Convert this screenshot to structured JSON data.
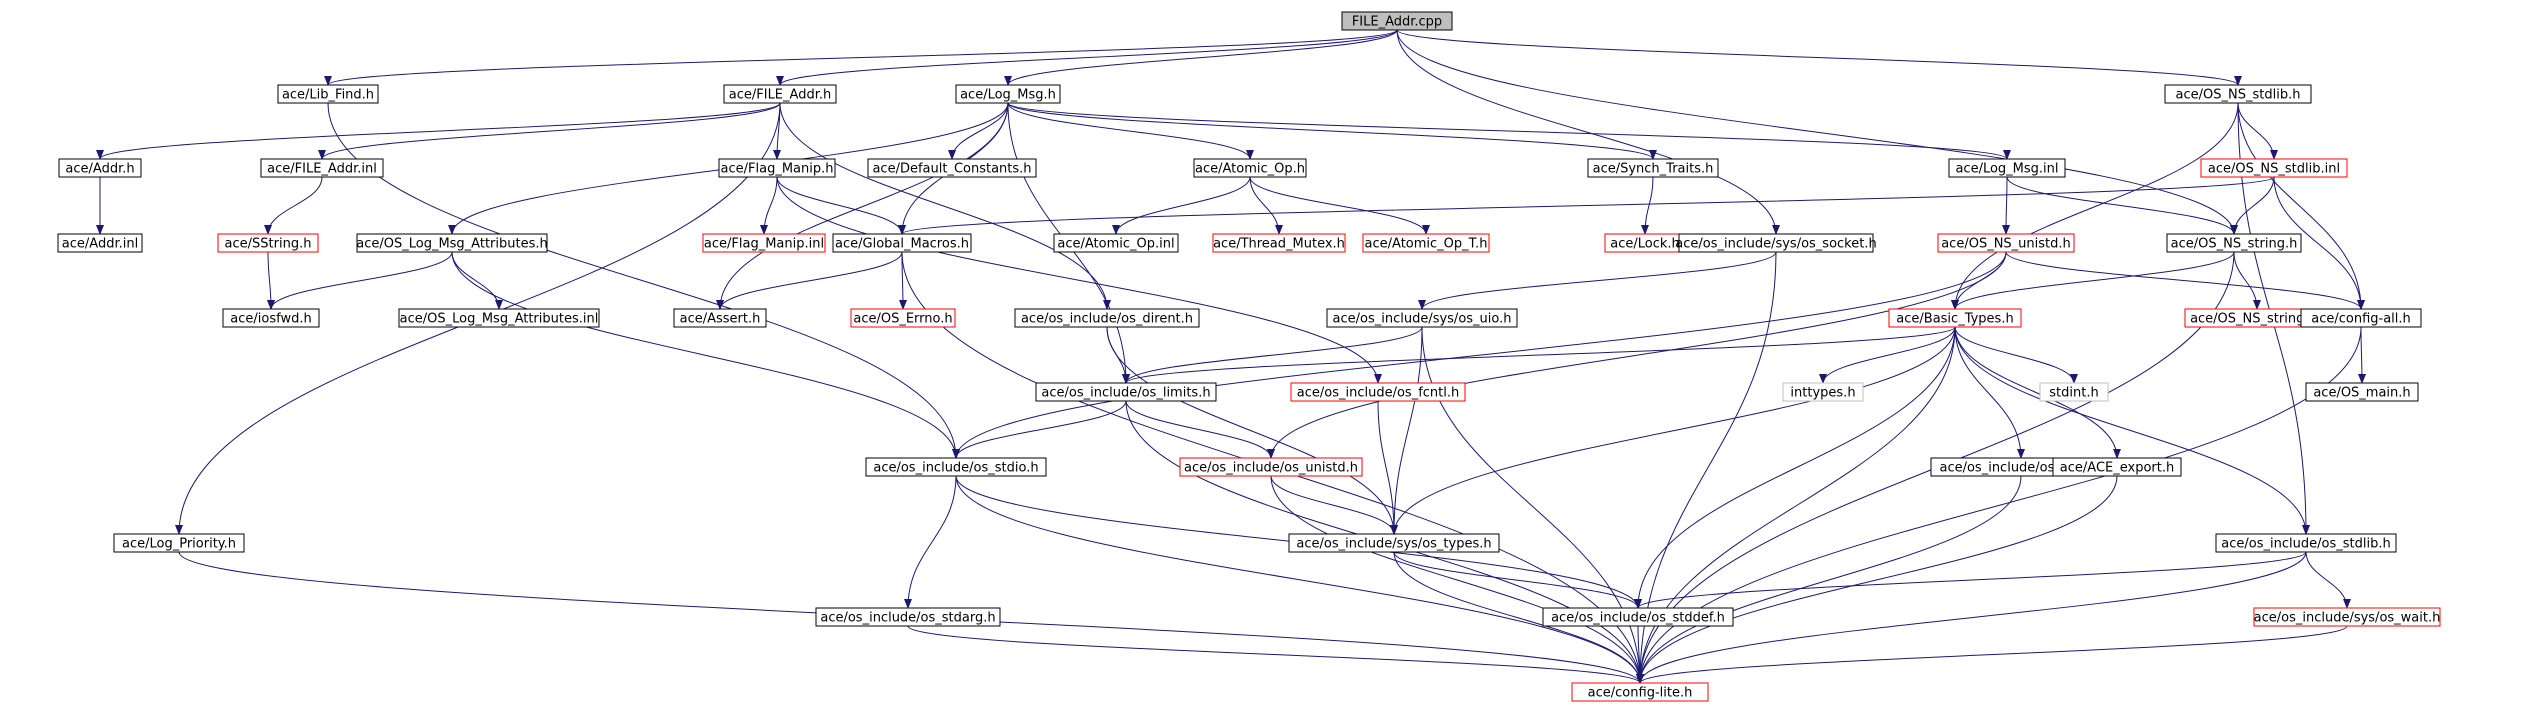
{
  "colors": {
    "edge": "#191970",
    "node_border_default": "#000000",
    "node_border_incomplete": "#ff0000",
    "node_border_external": "#bfbfbf",
    "root_fill": "#bfbfbf",
    "text": "#000000"
  },
  "nodes": [
    {
      "id": "file_addr_cpp",
      "label": "FILE_Addr.cpp",
      "style": "root"
    },
    {
      "id": "lib_find_h",
      "label": "ace/Lib_Find.h",
      "style": "default"
    },
    {
      "id": "file_addr_h",
      "label": "ace/FILE_Addr.h",
      "style": "default"
    },
    {
      "id": "log_msg_h",
      "label": "ace/Log_Msg.h",
      "style": "default"
    },
    {
      "id": "os_ns_stdlib_h",
      "label": "ace/OS_NS_stdlib.h",
      "style": "default"
    },
    {
      "id": "addr_h",
      "label": "ace/Addr.h",
      "style": "default"
    },
    {
      "id": "file_addr_inl",
      "label": "ace/FILE_Addr.inl",
      "style": "default"
    },
    {
      "id": "flag_manip_h",
      "label": "ace/Flag_Manip.h",
      "style": "default"
    },
    {
      "id": "default_constants_h",
      "label": "ace/Default_Constants.h",
      "style": "default"
    },
    {
      "id": "atomic_op_h",
      "label": "ace/Atomic_Op.h",
      "style": "default"
    },
    {
      "id": "synch_traits_h",
      "label": "ace/Synch_Traits.h",
      "style": "default"
    },
    {
      "id": "log_msg_inl",
      "label": "ace/Log_Msg.inl",
      "style": "default"
    },
    {
      "id": "os_ns_stdlib_inl",
      "label": "ace/OS_NS_stdlib.inl",
      "style": "incomplete"
    },
    {
      "id": "addr_inl",
      "label": "ace/Addr.inl",
      "style": "default"
    },
    {
      "id": "sstring_h",
      "label": "ace/SString.h",
      "style": "incomplete"
    },
    {
      "id": "os_log_msg_attributes_h",
      "label": "ace/OS_Log_Msg_Attributes.h",
      "style": "default"
    },
    {
      "id": "flag_manip_inl",
      "label": "ace/Flag_Manip.inl",
      "style": "incomplete"
    },
    {
      "id": "global_macros_h",
      "label": "ace/Global_Macros.h",
      "style": "default"
    },
    {
      "id": "atomic_op_inl",
      "label": "ace/Atomic_Op.inl",
      "style": "default"
    },
    {
      "id": "thread_mutex_h",
      "label": "ace/Thread_Mutex.h",
      "style": "incomplete"
    },
    {
      "id": "atomic_op_t_h",
      "label": "ace/Atomic_Op_T.h",
      "style": "incomplete"
    },
    {
      "id": "lock_h",
      "label": "ace/Lock.h",
      "style": "incomplete"
    },
    {
      "id": "os_socket_h",
      "label": "ace/os_include/sys/os_socket.h",
      "style": "default"
    },
    {
      "id": "os_ns_unistd_h",
      "label": "ace/OS_NS_unistd.h",
      "style": "incomplete"
    },
    {
      "id": "os_ns_string_h",
      "label": "ace/OS_NS_string.h",
      "style": "default"
    },
    {
      "id": "iosfwd_h",
      "label": "ace/iosfwd.h",
      "style": "default"
    },
    {
      "id": "os_log_msg_attributes_inl",
      "label": "ace/OS_Log_Msg_Attributes.inl",
      "style": "default"
    },
    {
      "id": "assert_h",
      "label": "ace/Assert.h",
      "style": "default"
    },
    {
      "id": "os_errno_h",
      "label": "ace/OS_Errno.h",
      "style": "incomplete"
    },
    {
      "id": "os_dirent_h",
      "label": "ace/os_include/os_dirent.h",
      "style": "default"
    },
    {
      "id": "os_uio_h",
      "label": "ace/os_include/sys/os_uio.h",
      "style": "default"
    },
    {
      "id": "basic_types_h",
      "label": "ace/Basic_Types.h",
      "style": "incomplete"
    },
    {
      "id": "os_ns_string_inl",
      "label": "ace/OS_NS_string.inl",
      "style": "incomplete"
    },
    {
      "id": "config_all_h",
      "label": "ace/config-all.h",
      "style": "default"
    },
    {
      "id": "os_limits_h",
      "label": "ace/os_include/os_limits.h",
      "style": "default"
    },
    {
      "id": "os_fcntl_h",
      "label": "ace/os_include/os_fcntl.h",
      "style": "incomplete"
    },
    {
      "id": "inttypes_h",
      "label": "inttypes.h",
      "style": "external"
    },
    {
      "id": "stdint_h",
      "label": "stdint.h",
      "style": "external"
    },
    {
      "id": "os_main_h",
      "label": "ace/OS_main.h",
      "style": "default"
    },
    {
      "id": "os_stdio_h",
      "label": "ace/os_include/os_stdio.h",
      "style": "default"
    },
    {
      "id": "os_unistd_h",
      "label": "ace/os_include/os_unistd.h",
      "style": "incomplete"
    },
    {
      "id": "os_float_h",
      "label": "ace/os_include/os_float.h",
      "style": "default"
    },
    {
      "id": "ace_export_h",
      "label": "ace/ACE_export.h",
      "style": "default"
    },
    {
      "id": "log_priority_h",
      "label": "ace/Log_Priority.h",
      "style": "default"
    },
    {
      "id": "os_types_h",
      "label": "ace/os_include/sys/os_types.h",
      "style": "default"
    },
    {
      "id": "os_stdlib_h",
      "label": "ace/os_include/os_stdlib.h",
      "style": "default"
    },
    {
      "id": "os_stdarg_h",
      "label": "ace/os_include/os_stdarg.h",
      "style": "default"
    },
    {
      "id": "os_stddef_h",
      "label": "ace/os_include/os_stddef.h",
      "style": "default"
    },
    {
      "id": "os_wait_h",
      "label": "ace/os_include/sys/os_wait.h",
      "style": "incomplete"
    },
    {
      "id": "config_lite_h",
      "label": "ace/config-lite.h",
      "style": "incomplete"
    }
  ],
  "edges": [
    [
      "file_addr_cpp",
      "lib_find_h"
    ],
    [
      "file_addr_cpp",
      "file_addr_h"
    ],
    [
      "file_addr_cpp",
      "log_msg_h"
    ],
    [
      "file_addr_cpp",
      "os_ns_stdlib_h"
    ],
    [
      "file_addr_cpp",
      "os_socket_h"
    ],
    [
      "file_addr_cpp",
      "os_ns_string_h"
    ],
    [
      "lib_find_h",
      "os_stdio_h"
    ],
    [
      "file_addr_h",
      "addr_h"
    ],
    [
      "file_addr_h",
      "file_addr_inl"
    ],
    [
      "file_addr_h",
      "flag_manip_h"
    ],
    [
      "file_addr_h",
      "os_dirent_h"
    ],
    [
      "file_addr_h",
      "log_priority_h"
    ],
    [
      "addr_h",
      "addr_inl"
    ],
    [
      "file_addr_inl",
      "sstring_h"
    ],
    [
      "sstring_h",
      "iosfwd_h"
    ],
    [
      "log_msg_h",
      "default_constants_h"
    ],
    [
      "log_msg_h",
      "atomic_op_h"
    ],
    [
      "log_msg_h",
      "synch_traits_h"
    ],
    [
      "log_msg_h",
      "log_msg_inl"
    ],
    [
      "log_msg_h",
      "os_log_msg_attributes_h"
    ],
    [
      "log_msg_h",
      "global_macros_h"
    ],
    [
      "log_msg_h",
      "assert_h"
    ],
    [
      "log_msg_h",
      "os_limits_h"
    ],
    [
      "flag_manip_h",
      "flag_manip_inl"
    ],
    [
      "flag_manip_h",
      "global_macros_h"
    ],
    [
      "flag_manip_h",
      "os_fcntl_h"
    ],
    [
      "atomic_op_h",
      "atomic_op_inl"
    ],
    [
      "atomic_op_h",
      "thread_mutex_h"
    ],
    [
      "atomic_op_h",
      "atomic_op_t_h"
    ],
    [
      "synch_traits_h",
      "lock_h"
    ],
    [
      "log_msg_inl",
      "os_ns_unistd_h"
    ],
    [
      "log_msg_inl",
      "os_ns_string_h"
    ],
    [
      "os_ns_stdlib_h",
      "os_ns_stdlib_inl"
    ],
    [
      "os_ns_stdlib_h",
      "basic_types_h"
    ],
    [
      "os_ns_stdlib_h",
      "config_all_h"
    ],
    [
      "os_ns_stdlib_h",
      "os_stdlib_h"
    ],
    [
      "os_ns_stdlib_inl",
      "os_ns_string_h"
    ],
    [
      "os_ns_stdlib_inl",
      "config_all_h"
    ],
    [
      "os_ns_stdlib_inl",
      "global_macros_h"
    ],
    [
      "os_log_msg_attributes_h",
      "iosfwd_h"
    ],
    [
      "os_log_msg_attributes_h",
      "os_log_msg_attributes_inl"
    ],
    [
      "os_log_msg_attributes_h",
      "os_stdio_h"
    ],
    [
      "global_macros_h",
      "assert_h"
    ],
    [
      "global_macros_h",
      "os_errno_h"
    ],
    [
      "global_macros_h",
      "config_lite_h"
    ],
    [
      "os_socket_h",
      "os_uio_h"
    ],
    [
      "os_socket_h",
      "config_lite_h"
    ],
    [
      "os_ns_unistd_h",
      "basic_types_h"
    ],
    [
      "os_ns_unistd_h",
      "os_unistd_h"
    ],
    [
      "os_ns_unistd_h",
      "config_all_h"
    ],
    [
      "os_ns_unistd_h",
      "os_stdio_h"
    ],
    [
      "os_ns_string_h",
      "basic_types_h"
    ],
    [
      "os_ns_string_h",
      "os_ns_string_inl"
    ],
    [
      "os_ns_string_h",
      "config_lite_h"
    ],
    [
      "os_dirent_h",
      "os_limits_h"
    ],
    [
      "os_dirent_h",
      "os_types_h"
    ],
    [
      "os_uio_h",
      "os_limits_h"
    ],
    [
      "os_uio_h",
      "os_types_h"
    ],
    [
      "os_uio_h",
      "config_lite_h"
    ],
    [
      "basic_types_h",
      "os_limits_h"
    ],
    [
      "basic_types_h",
      "inttypes_h"
    ],
    [
      "basic_types_h",
      "stdint_h"
    ],
    [
      "basic_types_h",
      "os_float_h"
    ],
    [
      "basic_types_h",
      "ace_export_h"
    ],
    [
      "basic_types_h",
      "os_stdlib_h"
    ],
    [
      "basic_types_h",
      "os_types_h"
    ],
    [
      "basic_types_h",
      "os_stddef_h"
    ],
    [
      "basic_types_h",
      "config_lite_h"
    ],
    [
      "config_all_h",
      "os_main_h"
    ],
    [
      "config_all_h",
      "config_lite_h"
    ],
    [
      "os_limits_h",
      "os_stdio_h"
    ],
    [
      "os_limits_h",
      "os_unistd_h"
    ],
    [
      "os_limits_h",
      "config_lite_h"
    ],
    [
      "os_fcntl_h",
      "os_types_h"
    ],
    [
      "os_stdio_h",
      "os_stdarg_h"
    ],
    [
      "os_stdio_h",
      "os_stddef_h"
    ],
    [
      "os_stdio_h",
      "config_lite_h"
    ],
    [
      "os_unistd_h",
      "os_types_h"
    ],
    [
      "os_unistd_h",
      "config_lite_h"
    ],
    [
      "os_float_h",
      "config_lite_h"
    ],
    [
      "ace_export_h",
      "config_lite_h"
    ],
    [
      "log_priority_h",
      "config_lite_h"
    ],
    [
      "os_types_h",
      "os_stddef_h"
    ],
    [
      "os_types_h",
      "config_lite_h"
    ],
    [
      "os_stdlib_h",
      "os_stddef_h"
    ],
    [
      "os_stdlib_h",
      "os_wait_h"
    ],
    [
      "os_stdlib_h",
      "config_lite_h"
    ],
    [
      "os_stdarg_h",
      "config_lite_h"
    ],
    [
      "os_stddef_h",
      "config_lite_h"
    ],
    [
      "os_wait_h",
      "config_lite_h"
    ]
  ]
}
